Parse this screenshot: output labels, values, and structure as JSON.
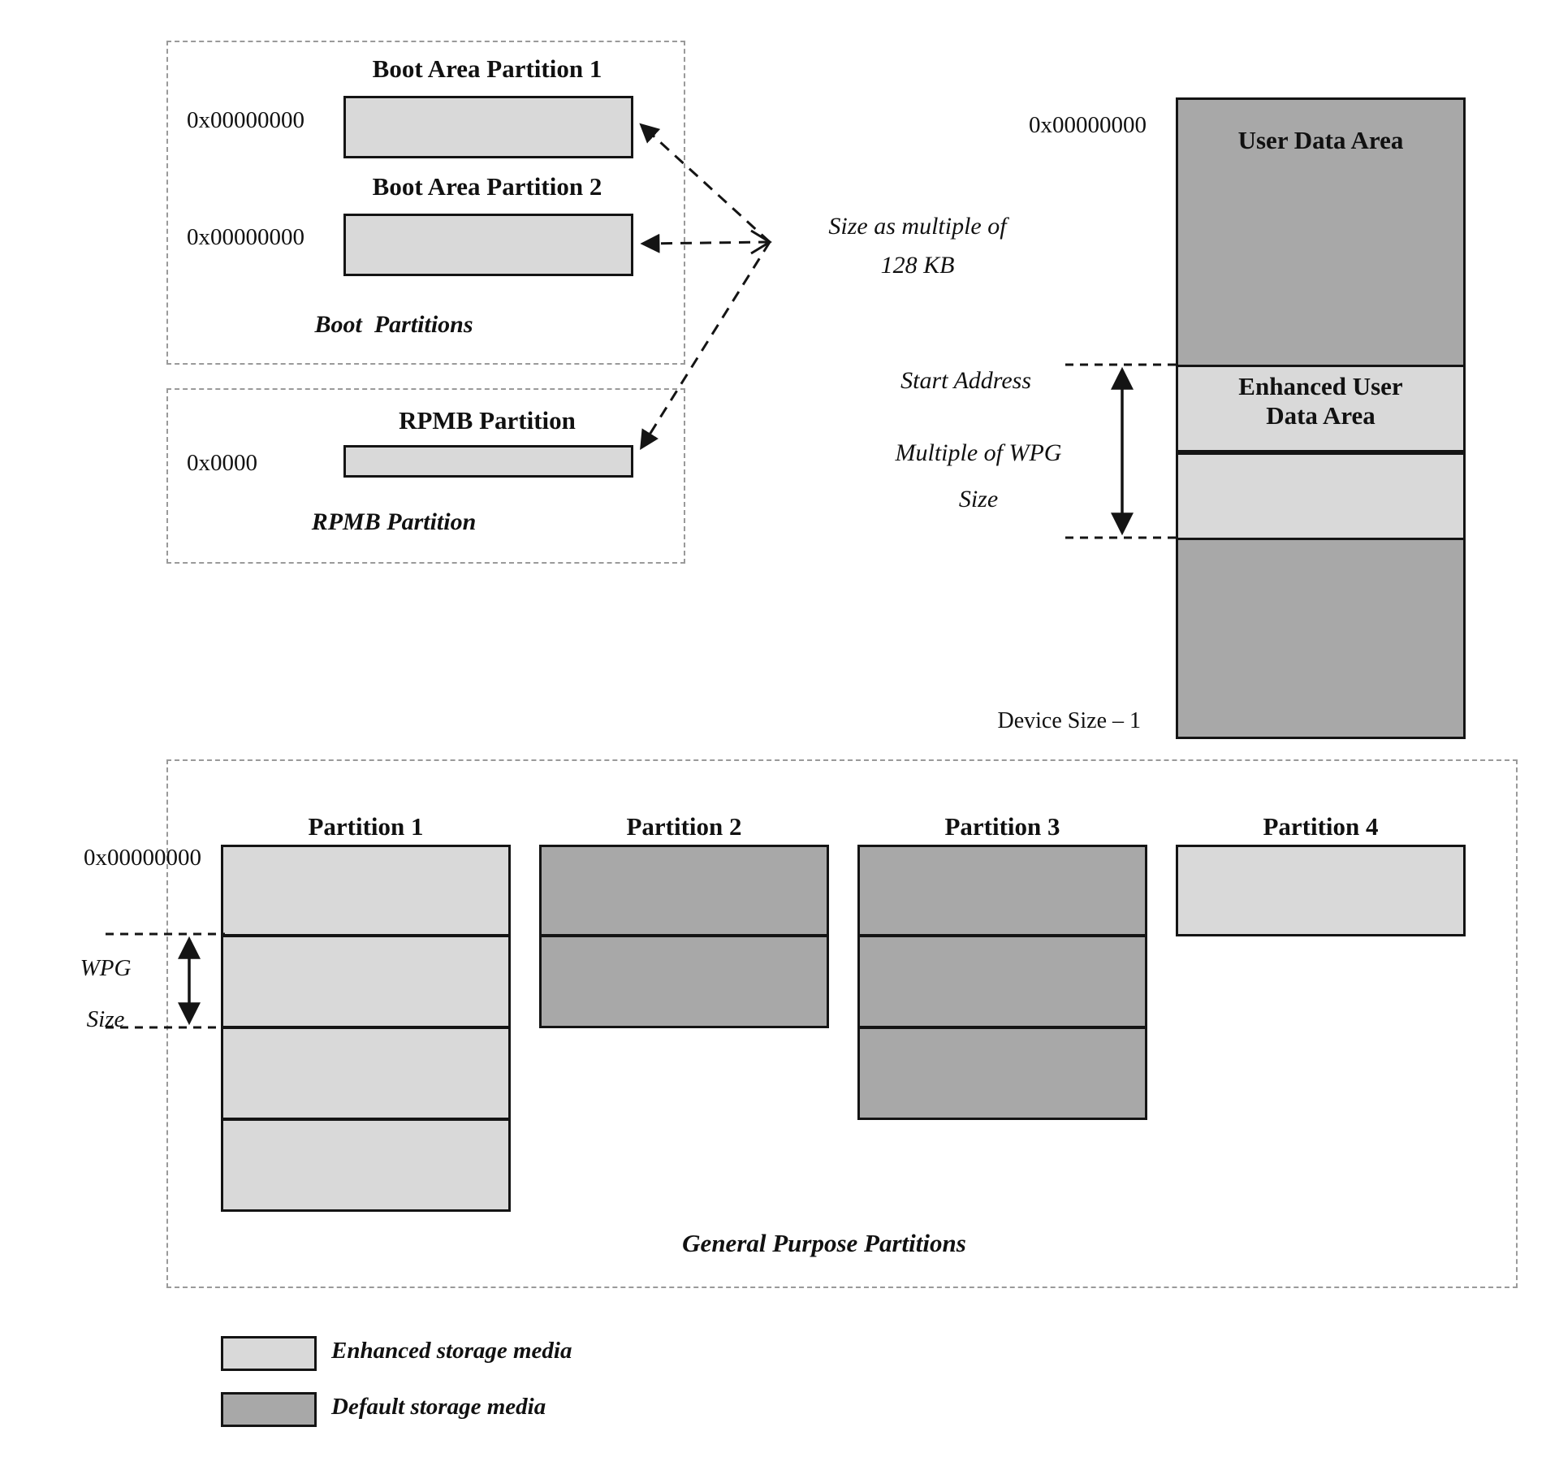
{
  "boot": {
    "p1_title": "Boot Area Partition 1",
    "p1_addr": "0x00000000",
    "p2_title": "Boot Area Partition 2",
    "p2_addr": "0x00000000",
    "caption": "Boot  Partitions"
  },
  "rpmb": {
    "title": "RPMB Partition",
    "addr": "0x0000",
    "caption": "RPMB Partition"
  },
  "size_note": {
    "line1": "Size as multiple of",
    "line2": "128 KB"
  },
  "uda": {
    "addr": "0x00000000",
    "title": "User Data Area",
    "enh1": "Enhanced User",
    "enh2": "Data Area",
    "start_addr": "Start Address",
    "wpg1": "Multiple of WPG",
    "wpg2": "Size",
    "device_size": "Device Size – 1"
  },
  "general_purpose": {
    "addr": "0x00000000",
    "wpg1": "WPG",
    "wpg2": "Size",
    "caption": "General Purpose Partitions",
    "partitions": [
      {
        "label": "Partition 1",
        "segments": 4,
        "media": "enhanced"
      },
      {
        "label": "Partition 2",
        "segments": 2,
        "media": "default"
      },
      {
        "label": "Partition 3",
        "segments": 3,
        "media": "default"
      },
      {
        "label": "Partition 4",
        "segments": 1,
        "media": "enhanced"
      }
    ]
  },
  "legend": [
    {
      "label": "Enhanced storage media",
      "media": "enhanced"
    },
    {
      "label": "Default storage media",
      "media": "default"
    }
  ],
  "colors": {
    "enhanced": "#d9d9d9",
    "default": "#a8a8a8",
    "line": "#141414",
    "dashed_box": "#9a9a9a"
  }
}
